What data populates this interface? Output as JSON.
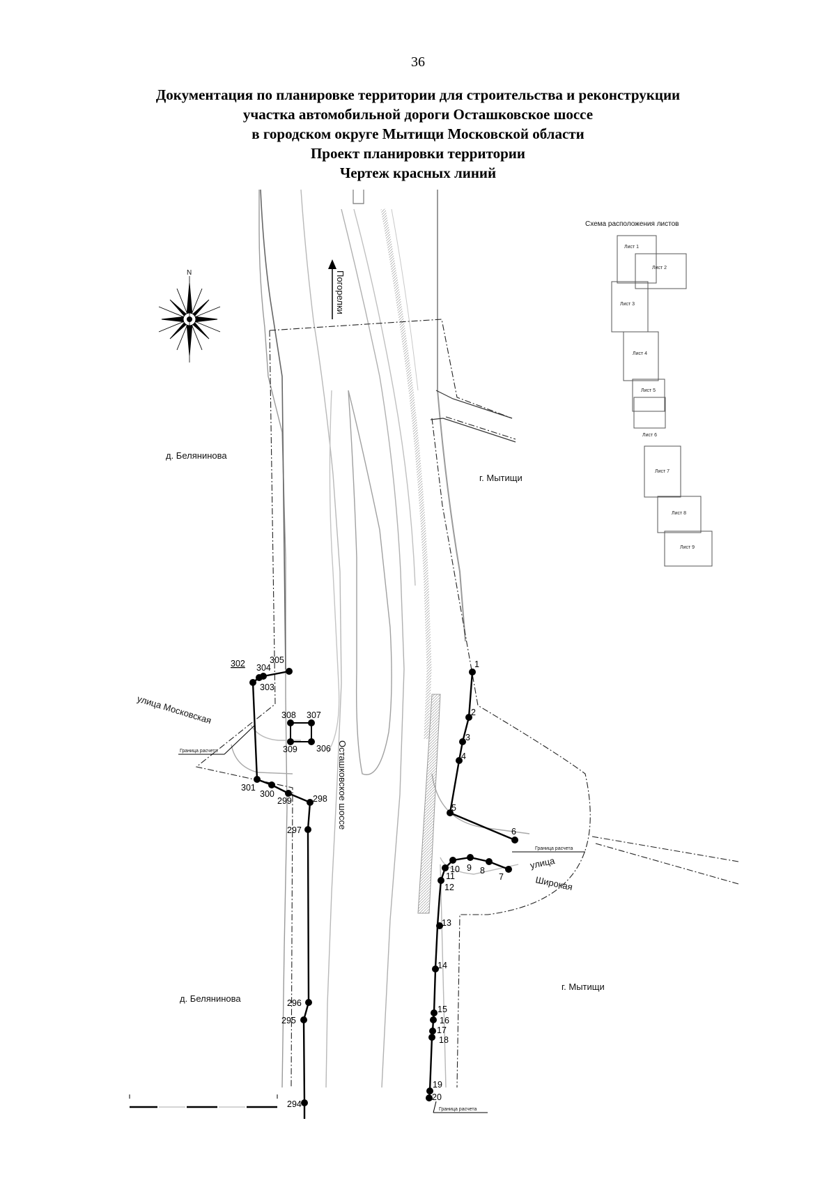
{
  "page_number": "36",
  "title_lines": [
    "Документация по планировке территории для строительства и реконструкции",
    "участка автомобильной дороги Осташковское шоссе",
    "в городском округе Мытищи Московской области",
    "Проект планировки территории",
    "Чертеж красных линий"
  ],
  "compass": {
    "north": "N",
    "icon": "compass-rose-icon"
  },
  "labels": {
    "direction": "Погорелки",
    "village_top": "д. Белянинова",
    "village_bottom": "д. Белянинова",
    "city_top": "г. Мытищи",
    "city_bottom": "г. Мытищи",
    "street_moskovskaya": "улица Московская",
    "street_shirokaya_1": "улица",
    "street_shirokaya_2": "Широкая",
    "highway": "Осташковское шоссе",
    "calc_boundary": "Граница расчета"
  },
  "sheet_scheme": {
    "title": "Схема расположения листов",
    "sheets": [
      "Лист 1",
      "Лист 2",
      "Лист 3",
      "Лист 4",
      "Лист 5",
      "Лист 6",
      "Лист 7",
      "Лист 8",
      "Лист 9"
    ]
  },
  "points": {
    "left": [
      "294",
      "295",
      "296",
      "297",
      "298",
      "299",
      "300",
      "301",
      "302",
      "303",
      "304",
      "305"
    ],
    "square": [
      "306",
      "307",
      "308",
      "309"
    ],
    "right": [
      "1",
      "2",
      "3",
      "4",
      "5",
      "6",
      "7",
      "8",
      "9",
      "10",
      "11",
      "12",
      "13",
      "14",
      "15",
      "16",
      "17",
      "18",
      "19",
      "20"
    ]
  }
}
